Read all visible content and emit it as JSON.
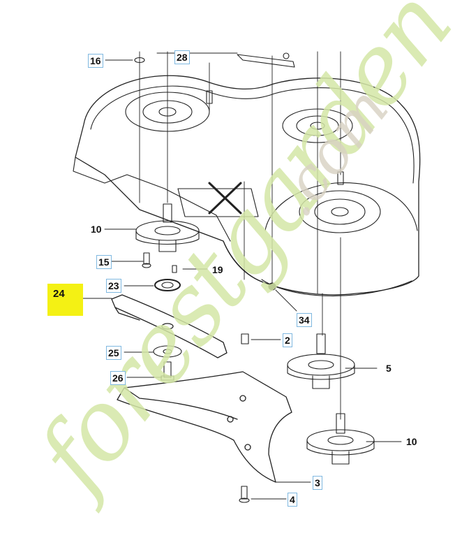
{
  "callouts": {
    "c16": "16",
    "c28": "28",
    "c10a": "10",
    "c15": "15",
    "c19": "19",
    "c23": "23",
    "c24": "24",
    "c34": "34",
    "c2": "2",
    "c5": "5",
    "c25": "25",
    "c26": "26",
    "c10b": "10",
    "c3": "3",
    "c4": "4"
  },
  "watermark": {
    "main": "forestgarden",
    "suffix": ".com"
  },
  "colors": {
    "highlight": "#f4f114",
    "callout_box": "#7fb8e0",
    "watermark_green": "#d4e7a6",
    "watermark_orange": "#f3b877",
    "watermark_gray": "#d8d2c2"
  }
}
